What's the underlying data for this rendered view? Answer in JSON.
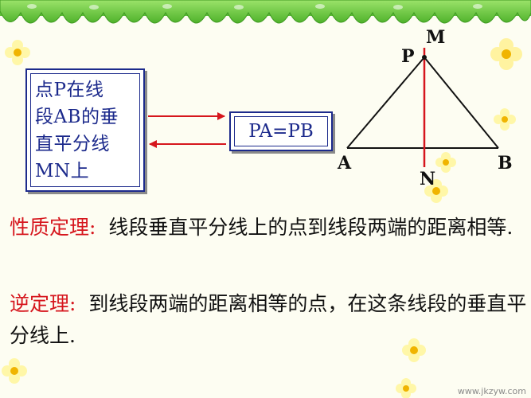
{
  "condition_box": {
    "lines": [
      "点P在线",
      "段AB的垂",
      "直平分线",
      "MN上"
    ]
  },
  "equation_box": {
    "text": "PA=PB"
  },
  "diagram": {
    "points": {
      "M": "M",
      "P": "P",
      "A": "A",
      "B": "B",
      "N": "N"
    },
    "colors": {
      "triangle": "#111111",
      "bisector": "#d6161d",
      "arrows": "#d6161d"
    }
  },
  "theorem": {
    "label": "性质定理",
    "separator": ":",
    "text": "线段垂直平分线上的点到线段两端的距离相等."
  },
  "converse": {
    "label": "逆定理",
    "separator": ":",
    "text": "到线段两端的距离相等的点，在这条线段的垂直平分线上."
  },
  "watermark": "www.jkzyw.com",
  "colors": {
    "accent": "#d6161d",
    "box_text": "#1c2a8c",
    "background": "#fdfdf2",
    "border_green": "#5fc13a"
  }
}
